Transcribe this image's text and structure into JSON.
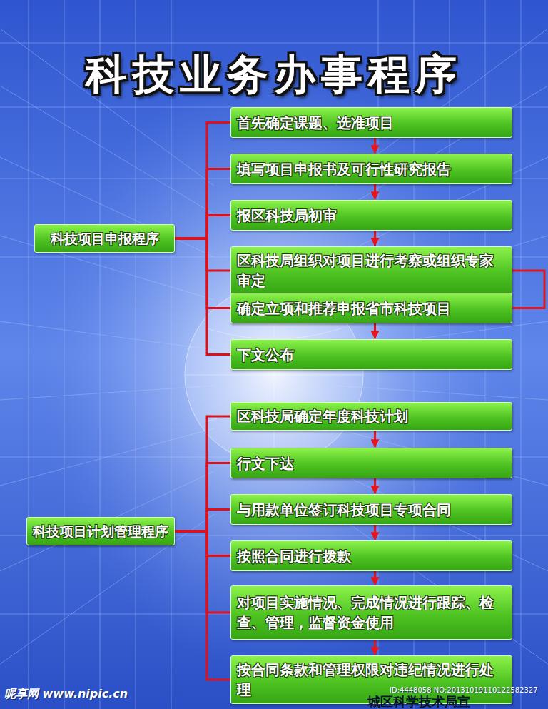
{
  "diagram": {
    "title": "科技业务办事程序",
    "nodes": [
      {
        "text": [
          "科技项目申报程序"
        ]
      },
      {
        "text": [
          "首先确定课题、选准项目"
        ]
      },
      {
        "text": [
          "填写项目申报书及可行性研究报告"
        ]
      },
      {
        "text": [
          "报区科技局初审"
        ]
      },
      {
        "text": [
          "区科技局组织对项目进行考察或组织专家审定"
        ]
      },
      {
        "text": [
          "确定立项和推荐申报省市科技项目"
        ]
      },
      {
        "text": [
          "下文公布"
        ]
      },
      {
        "text": [
          "科技项目计划管理程序"
        ]
      },
      {
        "text": [
          "区科技局确定年度科技计划"
        ]
      },
      {
        "text": [
          "行文下达"
        ]
      },
      {
        "text": [
          "与用款单位签订科技项目专项合同"
        ]
      },
      {
        "text": [
          "按照合同进行拨款"
        ]
      },
      {
        "text": [
          "对项目实施情况、完成情况进行跟踪、检查、管理，监督资金使用"
        ]
      },
      {
        "text": [
          "按合同条款和管理权限对违纪情况进行处理"
        ]
      }
    ],
    "edges": [
      {
        "from": 0,
        "to": 1,
        "arrow": "none"
      },
      {
        "from": 0,
        "to": 2,
        "arrow": "none"
      },
      {
        "from": 0,
        "to": 3,
        "arrow": "none"
      },
      {
        "from": 0,
        "to": 4,
        "arrow": "none"
      },
      {
        "from": 0,
        "to": 5,
        "arrow": "none"
      },
      {
        "from": 0,
        "to": 6,
        "arrow": "none"
      },
      {
        "from": 1,
        "to": 2,
        "arrow": "to"
      },
      {
        "from": 2,
        "to": 3,
        "arrow": "to"
      },
      {
        "from": 3,
        "to": 4,
        "arrow": "to"
      },
      {
        "from": 4,
        "to": 5,
        "arrow": "to"
      },
      {
        "from": 5,
        "to": 6,
        "arrow": "to"
      },
      {
        "from": 7,
        "to": 8,
        "arrow": "none"
      },
      {
        "from": 7,
        "to": 9,
        "arrow": "none"
      },
      {
        "from": 7,
        "to": 10,
        "arrow": "none"
      },
      {
        "from": 7,
        "to": 11,
        "arrow": "none"
      },
      {
        "from": 7,
        "to": 12,
        "arrow": "none"
      },
      {
        "from": 7,
        "to": 13,
        "arrow": "none"
      },
      {
        "from": 8,
        "to": 9,
        "arrow": "to"
      },
      {
        "from": 9,
        "to": 10,
        "arrow": "to"
      },
      {
        "from": 10,
        "to": 11,
        "arrow": "to"
      },
      {
        "from": 11,
        "to": 12,
        "arrow": "to"
      },
      {
        "from": 12,
        "to": 13,
        "arrow": "to"
      }
    ],
    "labels": [
      "城区科学技术局宣",
      "昵享网 www.nipic.cn",
      "ID:4448058 NO:20131019110122582327"
    ]
  }
}
